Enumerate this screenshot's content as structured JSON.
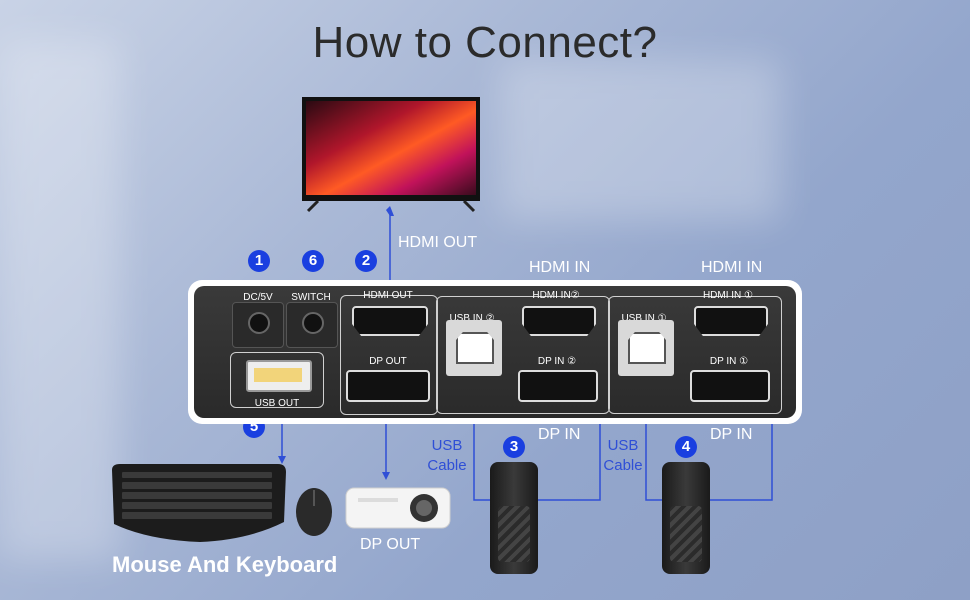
{
  "title": "How to Connect?",
  "labels": {
    "hdmi_out_tv": "HDMI OUT",
    "hdmi_in_1": "HDMI IN",
    "hdmi_in_2": "HDMI IN",
    "dp_in_1": "DP IN",
    "dp_in_2": "DP IN",
    "usb_cable_1_a": "USB",
    "usb_cable_1_b": "Cable",
    "usb_cable_2_a": "USB",
    "usb_cable_2_b": "Cable",
    "dp_out_projector": "DP OUT",
    "mouse_keyboard": "Mouse And Keyboard"
  },
  "badges": [
    "1",
    "6",
    "2",
    "5",
    "3",
    "4"
  ],
  "panel": {
    "dc": "DC/5V",
    "switch": "SWITCH",
    "hdmi_out": "HDMI OUT",
    "dp_out": "DP OUT",
    "usb_out": "USB OUT",
    "usb_in_2": "USB IN ②",
    "hdmi_in_2": "HDMI IN②",
    "dp_in_2": "DP IN ②",
    "usb_in_1": "USB IN ①",
    "hdmi_in_1": "HDMI IN ①",
    "dp_in_1": "DP IN ①"
  },
  "colors": {
    "accent": "#2f4fd6",
    "badge": "#1a3fe0"
  }
}
